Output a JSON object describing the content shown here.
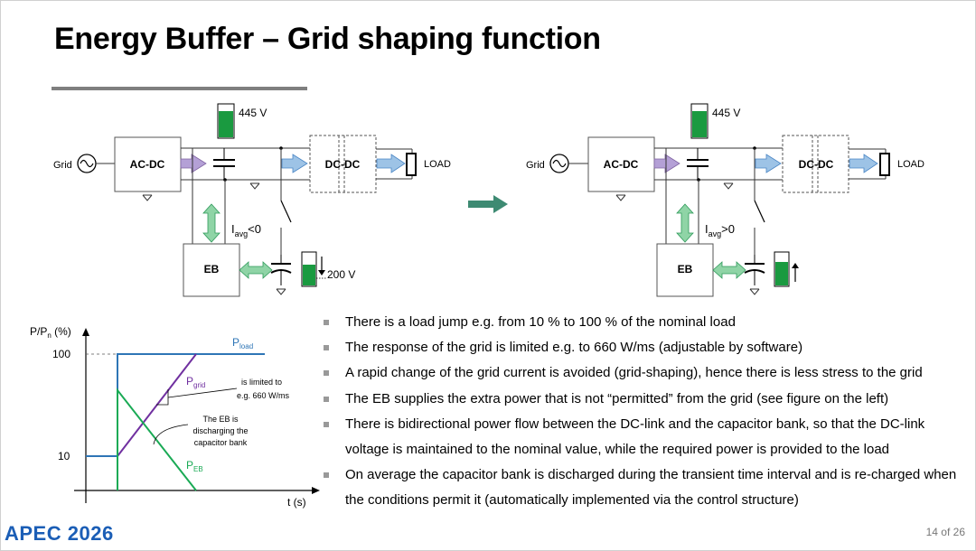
{
  "slide": {
    "title": "Energy Buffer – Grid shaping function",
    "page_indicator": "14 of 26",
    "logo_text": "APEC 2026",
    "accent_color": "#1b5eb6"
  },
  "circuit_left": {
    "grid_label": "Grid",
    "acdc_label": "AC-DC",
    "dcdc_label": "DC-DC",
    "load_label": "LOAD",
    "eb_label": "EB",
    "dc_link_voltage": "445 V",
    "current_label_main": "I",
    "current_label_sub": "avg",
    "current_label_rel": "<0",
    "cap_bank_voltage": "200 V",
    "cap_bank_level": 0.55
  },
  "circuit_right": {
    "grid_label": "Grid",
    "acdc_label": "AC-DC",
    "dcdc_label": "DC-DC",
    "load_label": "LOAD",
    "eb_label": "EB",
    "dc_link_voltage": "445 V",
    "current_label_main": "I",
    "current_label_sub": "avg",
    "current_label_rel": ">0",
    "cap_bank_level": 0.7
  },
  "graph": {
    "ylabel": "P/P",
    "ylabel_sub": "n",
    "ylabel_unit": " (%)",
    "xlabel": "t (s)",
    "ytick_100": "100",
    "ytick_10": "10",
    "p_load": "P",
    "p_load_sub": "load",
    "p_grid": "P",
    "p_grid_sub": "grid",
    "p_eb": "P",
    "p_eb_sub": "EB",
    "note_limited": [
      "is limited to",
      "e.g. 660 W/ms"
    ],
    "note_eb": [
      "The EB is",
      "discharging the",
      "capacitor bank"
    ],
    "colors": {
      "load": "#2e75b6",
      "grid": "#7030a0",
      "eb": "#1aaa55"
    }
  },
  "bullets": [
    "There is a load jump e.g. from 10 % to 100 % of the nominal load",
    "The response of the grid is limited e.g. to 660 W/ms (adjustable by software)",
    "A rapid change of the grid current is avoided (grid-shaping), hence there is less stress to the grid",
    "The EB supplies the extra power that is not “permitted” from the grid (see figure on the left)",
    "There is bidirectional power flow between the DC-link and the capacitor bank, so that the DC-link voltage is maintained to the nominal value, while the required power is provided to the load",
    "On average the capacitor bank is discharged during the transient time interval and is re-charged when the conditions permit it (automatically implemented via the control structure)"
  ]
}
